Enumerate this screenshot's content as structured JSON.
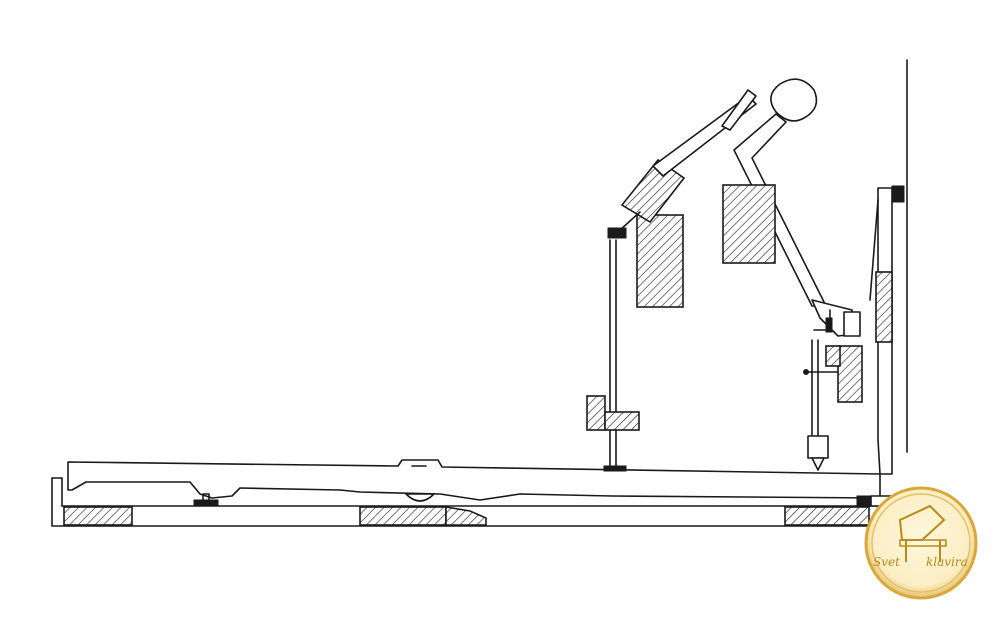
{
  "diagram": {
    "subject": "upright-piano-action-cross-section",
    "colors": {
      "line": "#1a1a1a",
      "background": "#ffffff",
      "logo_gold": "#d8a93a",
      "logo_text": "#b98a1c"
    }
  },
  "logo": {
    "text_left": "Svet",
    "text_right": "klavira"
  }
}
